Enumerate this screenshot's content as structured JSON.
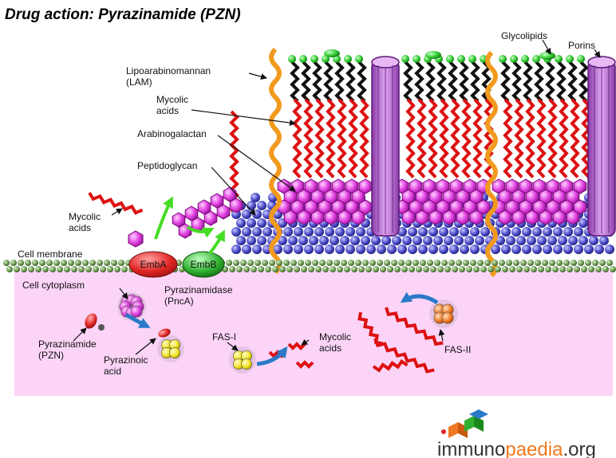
{
  "title": "Drug action: Pyrazinamide (PZN)",
  "labels": {
    "lam_line1": "Lipoarabinomannan",
    "lam_line2": "(LAM)",
    "mycolic_top_line1": "Mycolic",
    "mycolic_top_line2": "acids",
    "arabinogalactan": "Arabinogalactan",
    "peptidoglycan": "Peptidoglycan",
    "glycolipids": "Glycolipids",
    "porins": "Porins",
    "mycolic_left_line1": "Mycolic",
    "mycolic_left_line2": "acids",
    "cell_membrane": "Cell membrane",
    "cell_cytoplasm": "Cell cytoplasm",
    "emba": "EmbA",
    "embb": "EmbB",
    "pyrazinamidase_line1": "Pyrazinamidase",
    "pyrazinamidase_line2": "(PncA)",
    "pzn_line1": "Pyrazinamide",
    "pzn_line2": "(PZN)",
    "pyrazinoic_line1": "Pyrazinoic",
    "pyrazinoic_line2": "acid",
    "fas1": "FAS-I",
    "mycolic_bottom_line1": "Mycolic",
    "mycolic_bottom_line2": "acids",
    "fas2": "FAS-II"
  },
  "logo": {
    "part1": "immuno",
    "part2": "paedia",
    "part3": ".org"
  },
  "colors": {
    "cytoplasm": "#fbd4f7",
    "mycolic_red": "#dd1111",
    "glycolipid_green": "#33cc33",
    "hexagon_magenta": "#e040e0",
    "peptidoglycan_blue": "#4040b8",
    "lam_orange": "#f29a1e",
    "porin_purple": "#c070d8",
    "membrane_green": "#6a9a50",
    "emba_red": "#e02424",
    "embb_green": "#30b030",
    "logo_orange": "#f07820"
  }
}
